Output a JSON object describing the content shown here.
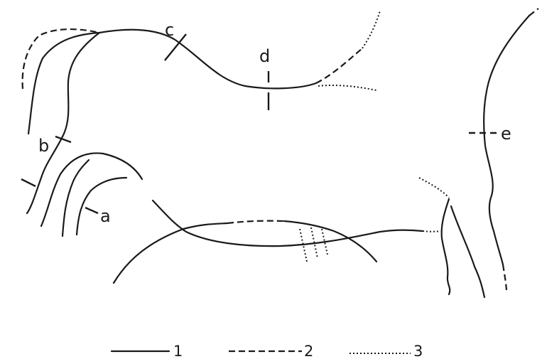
{
  "labels": {
    "a": "a",
    "b": "b",
    "c": "c",
    "d": "d",
    "e": "e"
  },
  "legend": {
    "solid": "1",
    "dashed": "2",
    "dotted": "3"
  }
}
